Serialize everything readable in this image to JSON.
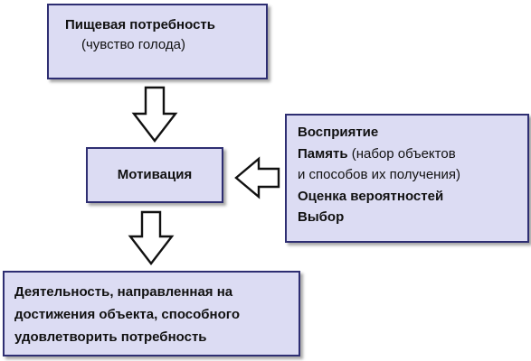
{
  "diagram": {
    "need_box": {
      "title": "Пищевая потребность",
      "subtitle": "(чувство голода)"
    },
    "motivation_box": {
      "label": "Мотивация"
    },
    "factors_box": {
      "perception": "Восприятие",
      "memory_label": "Память",
      "memory_detail_line1": " (набор объектов",
      "memory_detail_line2": "и способов их получения)",
      "probability": "Оценка вероятностей",
      "choice": "Выбор"
    },
    "activity_box": {
      "line1": "Деятельность, направленная на",
      "line2": "достижения объекта, способного",
      "line3": "удовлетворить потребность"
    }
  }
}
